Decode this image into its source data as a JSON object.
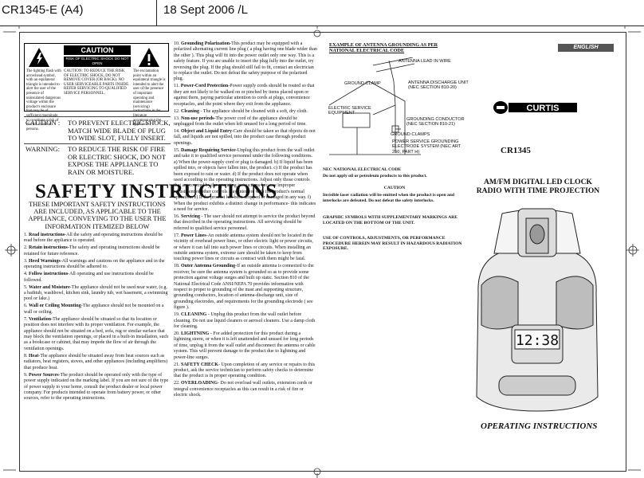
{
  "header": {
    "left": "CR1345-E (A4)",
    "right": "18 Sept 2006 /L"
  },
  "caution_box": {
    "left_text": "The lighting flash with arrowhead symbol, with an equilateral triangle is intended to alert the user of the presence of uninsulated dangerous voltage within the product's enclosure that may be of sufficient magnitude to constitute a risk of electric shock to persons.",
    "title": "CAUTION",
    "subtitle": "RISK OF ELECTRIC SHOCK DO NOT OPEN",
    "middle_text": "CAUTION: TO REDUCE THE RISK OF ELECTRIC SHOCK, DO NOT REMOVE COVER (OR BACK). NO USER SERVICEABLE PARTS INSIDE. REFER SERVICING TO QUALIFIED SERVICE PERSONNEL.",
    "right_text": "The exclamation point within an equilateral triangle is intended to alert the user of the presence of important operating and maintenance (servicing) instructions in the literature accompanying the appliance."
  },
  "warnings": {
    "caution_label": "CAUTION :",
    "caution_text": "TO PREVENT ELECTRIC SHOCK, MATCH WIDE BLADE OF PLUG TO WIDE SLOT, FULLY INSERT.",
    "warning_label": "WARNING:",
    "warning_text": "TO REDUCE THE RISK OF FIRE OR ELECTRIC SHOCK, DO NOT EXPOSE THE APPLIANCE TO RAIN OR MOISTURE."
  },
  "safety": {
    "title": "SAFETY INSTRUCTIONS",
    "subtitle": "THESE IMPORTANT SAFETY INSTRUCTIONS ARE INCLUDED, AS APPLICABLE TO THE APPLIANCE, CONVEYING TO THE USER THE INFORMATION ITEMIZED BELOW"
  },
  "items_left": [
    {
      "n": "1.",
      "h": "Read instructions",
      "t": "-All the safety and operating instructions should be read before the appliance is operated."
    },
    {
      "n": "2.",
      "h": "Retain instructions",
      "t": "-The safety and operating instructions should be retained for future reference."
    },
    {
      "n": "3.",
      "h": "Heed Warnings",
      "t": "-All warnings and cautions on the appliance and in the operating instructions should be adhered to."
    },
    {
      "n": "4.",
      "h": "Follow instructions",
      "t": "-All operating and use instructions should be followed."
    },
    {
      "n": "5.",
      "h": "Water and Moisture",
      "t": "-The appliance should not be used near water, (e.g. a bathtub, washbowl, kitchen sink, laundry tub, wet basement, a swimming pool or lake.)"
    },
    {
      "n": "6.",
      "h": "Wall or Ceiling Mounting",
      "t": "-The appliance should not be mounted on a wall or ceiling."
    },
    {
      "n": "7.",
      "h": "Ventilation",
      "t": "-The appliance should be situated so that its location or position does not interfere with its proper ventilation. For example, the appliance should not be situated on a bed, sofa, rug or similar surface that may block the ventilation openings, or placed in a built-in installation, such as a bookcase or cabinet, that may impede the flow of air through the ventilation openings."
    },
    {
      "n": "8.",
      "h": "Heat",
      "t": "-The appliance should be situated away from heat sources such as radiators, heat registers, stoves, and other appliances (including amplifiers) that produce heat."
    },
    {
      "n": "9.",
      "h": "Power Sources",
      "t": "-The product should be operated only with the type of power supply indicated on the marking label. If you are not sure of the type of power supply to your home, consult the product dealer or local power company. For products intended to operate from battery power, or other sources, refer to the operating instructions."
    }
  ],
  "items_mid": [
    {
      "n": "10.",
      "h": "Grounding Polarization",
      "t": "-This product may be equipped with a polarized alternating current line plug ( a plug having one blade wider than the other ). This plug will fit into the power outlet only one way. This is a safety feature. If you are unable to insert the plug fully into the outlet, try reversing the plug. If the plug should still fail to fit, contact an electrician to replace the outlet. Do not defeat the safety purpose of the polarized plug."
    },
    {
      "n": "11.",
      "h": "Power-Cord Protection",
      "t": "-Power supply cords should be routed so that they are not likely to be walked on or pinched by items placed upon or against them, paying particular attention to cords at plugs, convenience receptacles, and the point where they exit from the appliance."
    },
    {
      "n": "12.",
      "h": "Cleaning",
      "t": " - The appliance should be cleaned with a soft, dry cloth."
    },
    {
      "n": "13.",
      "h": "Non-use periods",
      "t": "-The power cord of the appliance should be unplugged from the outlet when left unused for a long period of time."
    },
    {
      "n": "14.",
      "h": "Object and Liquid Entry",
      "t": "-Care should be taken so that objects do not fall, and liquids are not spilled, into the product case through product openings."
    },
    {
      "n": "15.",
      "h": "Damage Requiring Service",
      "t": "-Unplug this product from the wall outlet and take it to qualified service personnel under the following conditions. a) When the power-supply cord or plug is damaged. b) If liquid has been spilled into, or objects have fallen into, the product. c) If the product has been exposed to rain or water. d) If the product does not operate when used according to the operating instructions. Adjust only those controls that are covered by the operating instructions because improper adjustment of other controls may interfere with the product's normal operation. e) If the product has been dropped or damaged in any way. f) When the product exhibits a distinct change in performance- this indicates a need for service."
    },
    {
      "n": "16.",
      "h": "Servicing",
      "t": " - The user should not attempt to service the product beyond that described in the operating instructions. All servicing should be referred to qualified service personnel."
    },
    {
      "n": "17.",
      "h": "Power Lines",
      "t": "-An outside antenna system should not be located in the vicinity of overhead power lines, or other electric light or power circuits, or where it can fall into such power lines or circuits. When installing an outside antenna system, extreme care should be taken to keep from touching power lines or circuits as contract with them might be fatal."
    },
    {
      "n": "18.",
      "h": "Outer Antenna Grounding",
      "t": "-If an outside antenna is connected to the receiver, be sure the antenna system is grounded so as to provide some protection against voltage surges and built up static. Section 810 of the National Electrical Code ANSI/NEPA 70 provides information with respect to proper to grounding of the mast and supporting structure, grounding conductors, location of antenna-discharge unit, size of grounding electrodes, and requirements for the grounding electrode ( see figure )."
    },
    {
      "n": "19.",
      "h": "CLEANING",
      "t": " - Unplug this product from the wall outlet before cleaning. Do not use liquid cleaners or aerosol cleaners. Use a damp cloth for cleaning."
    },
    {
      "n": "20.",
      "h": "LIGHTNING",
      "t": " - For added protection for this product during a lightning storm, or when it is left unattended and unused for long periods of time, unplug it from the wall outlet and disconnect the antenna or cable system. This will prevent damage to the product due to lightning and power-line surges."
    },
    {
      "n": "21.",
      "h": "SAFETY CHECK",
      "t": "- Upon completion of any service or repairs to this product, ask the service technician to perform safety checks to determine that the product is in proper operating condition."
    },
    {
      "n": "22.",
      "h": "OVERLOADING",
      "t": "- Do not overload wall outlets, extension cords or integral convenience receptacles as this can result in a risk of fire or electric shock."
    }
  ],
  "antenna": {
    "title": "EXAMPLE OF ANTENNA GROUNDING AS PER NATIONAL ELECTRICAL CODE",
    "labels": {
      "lead": "ANTENNA LEAD IN WIRE",
      "clamp": "GROUND CLAMP",
      "discharge": "ANTENNA DISCHARGE UNIT (NEC SECTION 810-20)",
      "service": "ELECTRIC SERVICE EQUIPMENT",
      "conductor": "GROUNDING CONDUCTOR (NEC SECTION 810-21)",
      "clamps": "GROUND CLAMPS",
      "electrode": "POWER SERVICE GROUNDING ELECTRODE SYSTEM (NEC ART 250, PART H)"
    }
  },
  "right_col": {
    "nec_title": "NEC NATIONAL ELECTRICAL CODE",
    "nec_text": "Do not apply oil or petroleum products to this product.",
    "caution_title": "CAUTION",
    "caution_text": "Invisible laser radiation will be emitted when the product is open and interlocks are defeated. Do not defeat the safety interlocks.",
    "graphic_text": "GRAPHIC SYMBOLS WITH SUPPLEMENTARY MARKINGS ARE LOCATED ON THE BOTTOM OF THE UNIT.",
    "controls_text": "USE OF CONTROLS, ADJUSTMENTS, OR PERFORMANCE PROCEDURE HEREIN MAY RESULT IN HAZARDOUS RADIATION EXPOSURE."
  },
  "cover": {
    "lang": "ENGLISH",
    "brand": "CURTIS",
    "model": "CR1345",
    "product": "AM/FM DIGITAL LED CLOCK RADIO WITH TIME PROJECTION",
    "clock": "12:38",
    "footer": "OPERATING INSTRUCTIONS"
  }
}
